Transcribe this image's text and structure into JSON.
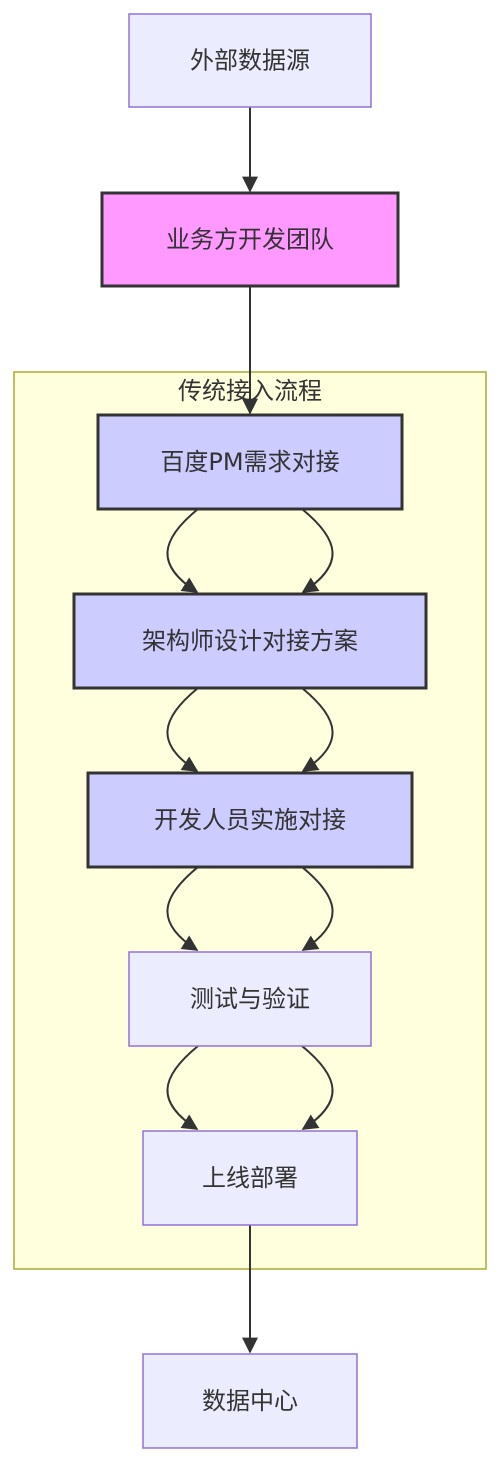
{
  "diagram": {
    "type": "flowchart",
    "direction": "top-to-bottom",
    "colors": {
      "default_node_fill": "#ececff",
      "default_node_border": "#9370db",
      "business_team_fill": "#ff99ff",
      "process_step_fill": "#ccccff",
      "strong_border": "#333333",
      "cluster_fill": "#ffffde",
      "cluster_border": "#aaaa33",
      "edge": "#333333"
    },
    "cluster": {
      "label": "传统接入流程"
    },
    "nodes": [
      {
        "id": "external",
        "label": "外部数据源"
      },
      {
        "id": "business",
        "label": "业务方开发团队"
      },
      {
        "id": "pm",
        "label": "百度PM需求对接"
      },
      {
        "id": "architect",
        "label": "架构师设计对接方案"
      },
      {
        "id": "developer",
        "label": "开发人员实施对接"
      },
      {
        "id": "test",
        "label": "测试与验证"
      },
      {
        "id": "deploy",
        "label": "上线部署"
      },
      {
        "id": "datacenter",
        "label": "数据中心"
      }
    ],
    "edges": [
      {
        "from": "external",
        "to": "business"
      },
      {
        "from": "business",
        "to": "pm"
      },
      {
        "from": "pm",
        "to": "architect"
      },
      {
        "from": "pm",
        "to": "architect"
      },
      {
        "from": "architect",
        "to": "developer"
      },
      {
        "from": "architect",
        "to": "developer"
      },
      {
        "from": "developer",
        "to": "test"
      },
      {
        "from": "developer",
        "to": "test"
      },
      {
        "from": "test",
        "to": "deploy"
      },
      {
        "from": "test",
        "to": "deploy"
      },
      {
        "from": "deploy",
        "to": "datacenter"
      }
    ]
  }
}
